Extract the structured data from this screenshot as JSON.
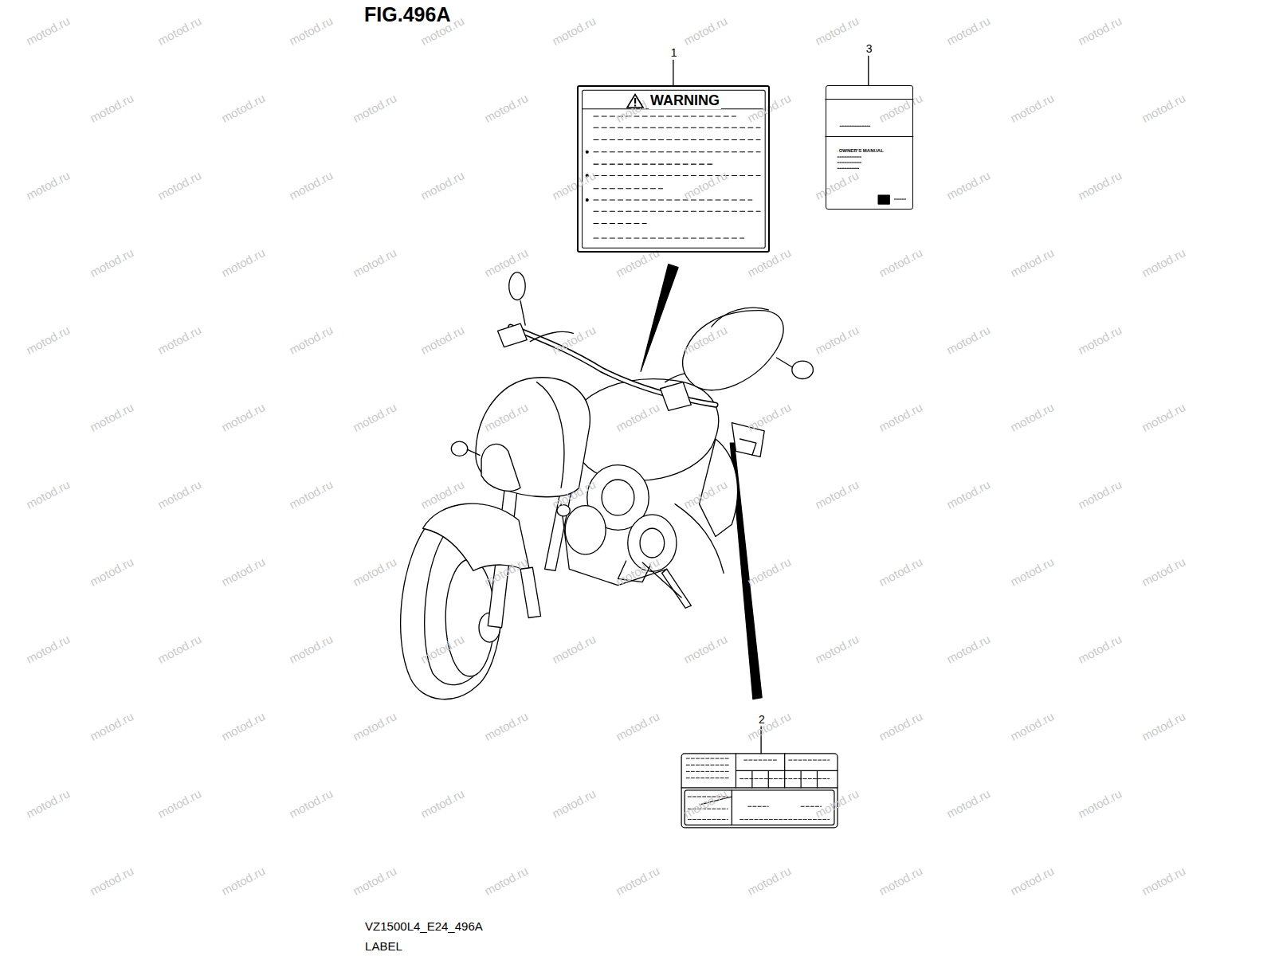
{
  "diagram": {
    "title": "FIG.496A",
    "nodes": [
      {
        "text": [
          "WARNING"
        ]
      },
      {
        "text": [
          "OWNER'S MANUAL"
        ]
      }
    ],
    "labels": [
      "1",
      "2",
      "3",
      "VZ1500L4_E24_496A",
      "LABEL",
      "motod.ru",
      "motod.ru",
      "motod.ru",
      "motod.ru",
      "motod.ru",
      "motod.ru",
      "motod.ru",
      "motod.ru",
      "motod.ru",
      "motod.ru",
      "motod.ru",
      "motod.ru",
      "motod.ru",
      "motod.ru",
      "motod.ru",
      "motod.ru",
      "motod.ru",
      "motod.ru",
      "motod.ru",
      "motod.ru",
      "motod.ru",
      "motod.ru",
      "motod.ru",
      "motod.ru",
      "motod.ru",
      "motod.ru",
      "motod.ru",
      "motod.ru",
      "motod.ru",
      "motod.ru",
      "motod.ru",
      "motod.ru",
      "motod.ru",
      "motod.ru",
      "motod.ru",
      "motod.ru",
      "motod.ru",
      "motod.ru",
      "motod.ru",
      "motod.ru",
      "motod.ru",
      "motod.ru",
      "motod.ru",
      "motod.ru",
      "motod.ru",
      "motod.ru",
      "motod.ru",
      "motod.ru",
      "motod.ru",
      "motod.ru",
      "motod.ru",
      "motod.ru",
      "motod.ru",
      "motod.ru",
      "motod.ru",
      "motod.ru",
      "motod.ru",
      "motod.ru",
      "motod.ru",
      "motod.ru",
      "motod.ru",
      "motod.ru",
      "motod.ru",
      "motod.ru",
      "motod.ru",
      "motod.ru",
      "motod.ru",
      "motod.ru",
      "motod.ru",
      "motod.ru",
      "motod.ru",
      "motod.ru",
      "motod.ru",
      "motod.ru",
      "motod.ru",
      "motod.ru",
      "motod.ru",
      "motod.ru",
      "motod.ru",
      "motod.ru",
      "motod.ru",
      "motod.ru",
      "motod.ru",
      "motod.ru",
      "motod.ru",
      "motod.ru",
      "motod.ru",
      "motod.ru",
      "motod.ru",
      "motod.ru",
      "motod.ru",
      "motod.ru",
      "motod.ru",
      "motod.ru",
      "motod.ru",
      "motod.ru",
      "motod.ru",
      "motod.ru",
      "motod.ru",
      "motod.ru",
      "motod.ru",
      "motod.ru",
      "motod.ru",
      "motod.ru",
      "motod.ru",
      "motod.ru",
      "motod.ru",
      "motod.ru"
    ]
  }
}
